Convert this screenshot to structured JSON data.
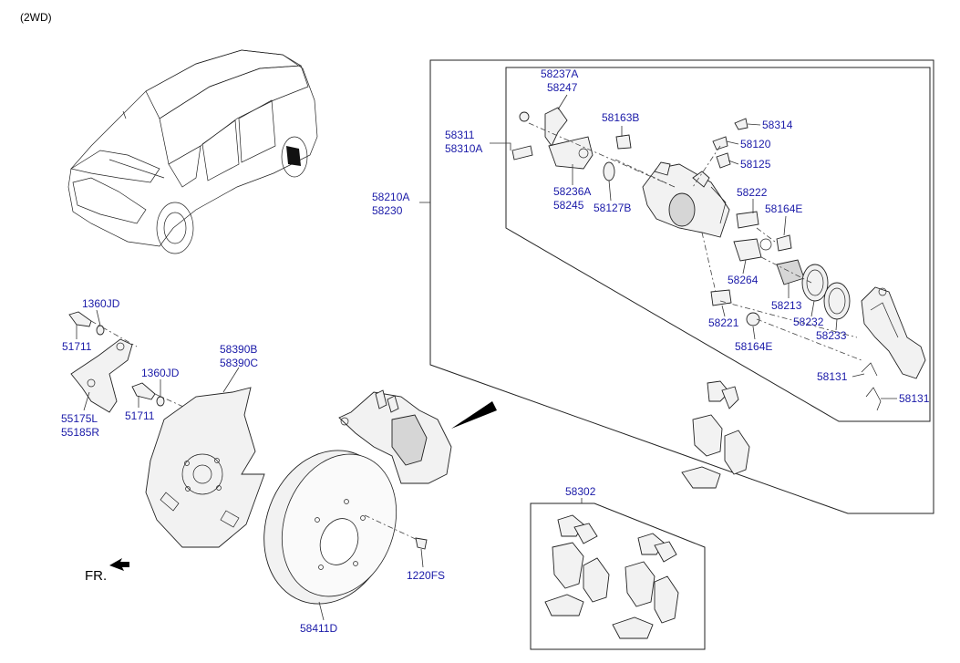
{
  "variant": "(2WD)",
  "direction_label": "FR.",
  "labels": {
    "l58237": [
      "58237A",
      "58247"
    ],
    "l58163B": "58163B",
    "l58314": "58314",
    "l58311": [
      "58311",
      "58310A"
    ],
    "l58120": "58120",
    "l58125": "58125",
    "l58210": [
      "58210A",
      "58230"
    ],
    "l58236": [
      "58236A",
      "58245"
    ],
    "l58127B": "58127B",
    "l58222": "58222",
    "l58164E_a": "58164E",
    "l58264": "58264",
    "l58213": "58213",
    "l58232": "58232",
    "l58233": "58233",
    "l58221": "58221",
    "l58164E_b": "58164E",
    "l58131_a": "58131",
    "l58131_b": "58131",
    "l1360JD_a": "1360JD",
    "l51711_a": "51711",
    "l58390": [
      "58390B",
      "58390C"
    ],
    "l1360JD_b": "1360JD",
    "l55175": [
      "55175L",
      "55185R"
    ],
    "l51711_b": "51711",
    "l58302": "58302",
    "l1220FS": "1220FS",
    "l58411D": "58411D"
  },
  "colors": {
    "label": "#1a1aa8",
    "line": "#222222"
  }
}
